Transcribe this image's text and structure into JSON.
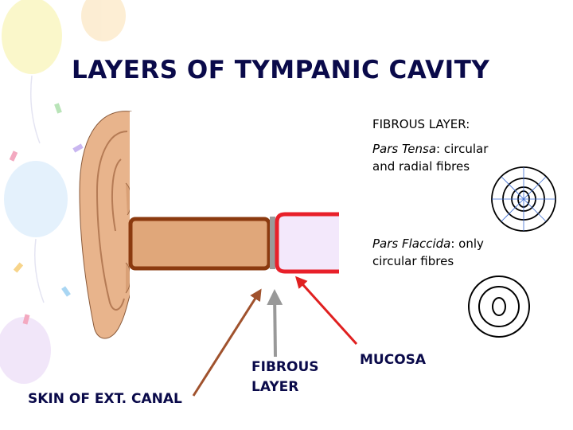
{
  "title": "LAYERS OF TYMPANIC CAVITY",
  "fibrous_layer": {
    "heading": "FIBROUS LAYER:",
    "pars_tensa": {
      "term": "Pars Tensa",
      "desc_line1": ": circular",
      "desc_line2": "and radial fibres"
    },
    "pars_flaccida": {
      "term": "Pars Flaccida",
      "desc_line1": ": only",
      "desc_line2": "circular fibres"
    }
  },
  "labels": {
    "skin": "SKIN OF EXT. CANAL",
    "fibrous_line1": "FIBROUS",
    "fibrous_line2": "LAYER",
    "mucosa": "MUCOSA"
  },
  "colors": {
    "title": "#0a0a4a",
    "skin_arrow": "#a0522d",
    "fibrous_arrow": "#999999",
    "mucosa_arrow": "#e02020",
    "canal_fill": "#e0a77a",
    "canal_border": "#8b3a0f",
    "mucosa_fill": "#f3e8fb",
    "mucosa_border": "#e8202a",
    "ear_skin": "#e8b48c"
  }
}
